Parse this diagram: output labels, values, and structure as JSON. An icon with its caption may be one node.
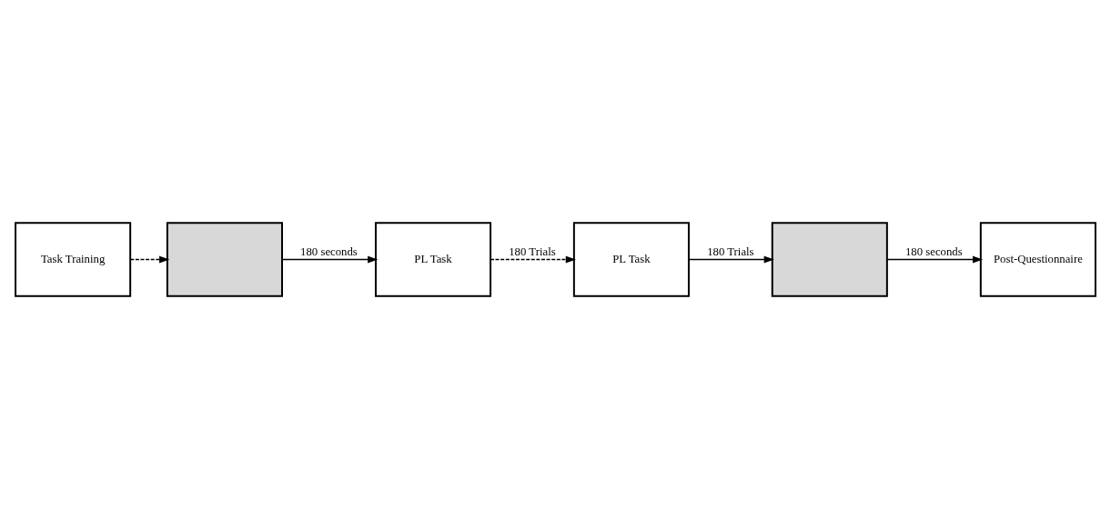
{
  "diagram": {
    "nodes": [
      {
        "text": [
          "Task Training"
        ]
      },
      {
        "text": [],
        "shape": "box"
      },
      {
        "text": [
          "PL Task"
        ]
      },
      {
        "text": [
          "PL Task"
        ]
      },
      {
        "text": [],
        "shape": "box"
      },
      {
        "text": [
          "Post-Questionnaire"
        ]
      }
    ],
    "edges": [
      {
        "from": 0,
        "to": 1,
        "arrow": "to",
        "style": "dashed"
      },
      {
        "from": 1,
        "to": 2,
        "arrow": "to",
        "label": "180 seconds"
      },
      {
        "from": 2,
        "to": 3,
        "arrow": "to",
        "style": "dashed",
        "label": "180 Trials"
      },
      {
        "from": 3,
        "to": 4,
        "arrow": "to",
        "label": "180 Trials"
      },
      {
        "from": 4,
        "to": 5,
        "arrow": "to",
        "label": "180 seconds"
      }
    ]
  }
}
